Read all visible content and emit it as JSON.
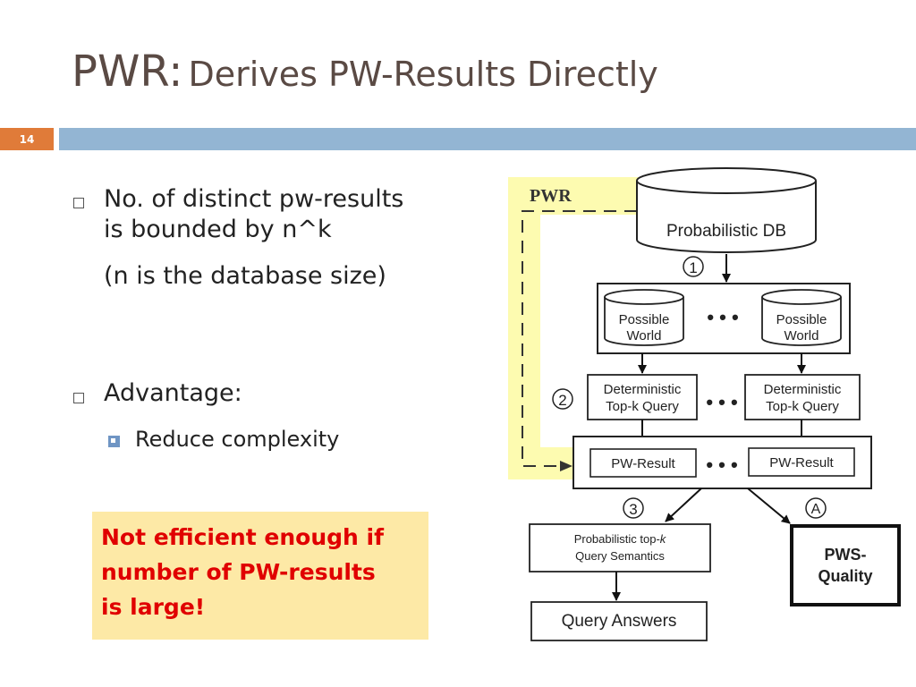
{
  "title": {
    "main": "PWR:",
    "sub": "Derives PW-Results Directly"
  },
  "slide_number": "14",
  "bullets": [
    {
      "line1": "No. of distinct pw-results",
      "line2": "is bounded by n^k",
      "line3": "(n is the database size)"
    },
    {
      "line1": "Advantage:"
    }
  ],
  "sub_bullet": "Reduce complexity",
  "note": {
    "line1": "Not efficient enough if",
    "line2": "number of PW-results",
    "line3": "is large!"
  },
  "diagram": {
    "pwr_label": "PWR",
    "db_label": "Probabilistic DB",
    "step1": "1",
    "step2": "2",
    "step3": "3",
    "stepA": "A",
    "pw1_line1": "Possible",
    "pw1_line2": "World",
    "pw2_line1": "Possible",
    "pw2_line2": "World",
    "dq1_line1": "Deterministic",
    "dq1_line2": "Top-k Query",
    "dq2_line1": "Deterministic",
    "dq2_line2": "Top-k Query",
    "pwr1": "PW-Result",
    "pwr2": "PW-Result",
    "pts_line1": "Probabilistic top-",
    "pts_k": "k",
    "pts_line2": "Query Semantics",
    "qa": "Query Answers",
    "pws_line1": "PWS-",
    "pws_line2": "Quality",
    "ellipsis": "• • •"
  },
  "colors": {
    "accent_orange": "#e07b39",
    "bar_blue": "#93b5d3",
    "note_bg": "#fde9a6",
    "note_text": "#e00000",
    "pwr_highlight": "#fdfbb0"
  }
}
